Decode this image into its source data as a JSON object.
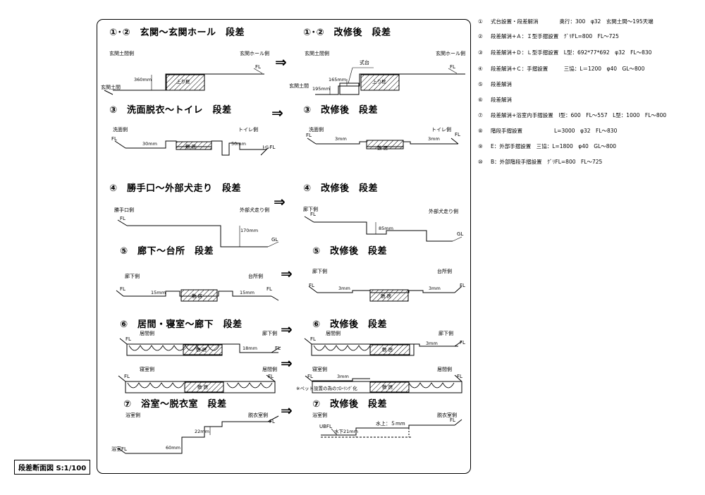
{
  "sheet_label": "段差断面図 S:1/100",
  "arrow_glyph": "⇒",
  "notes": [
    {
      "num": "①",
      "text": "式台設置・段差解消　　　　奥行：300　φ32　玄関土間～195天端"
    },
    {
      "num": "②",
      "text": "段差解消+Ａ：Ｉ型手摺設置　ｸﾞﾘFL=800　FL～725"
    },
    {
      "num": "③",
      "text": "段差解消+Ｄ：Ｌ型手摺設置　L型：692*77*692　φ32　FL～830"
    },
    {
      "num": "④",
      "text": "段差解消+Ｃ：手摺設置　　　三協：L＝1200　φ40　GL～800"
    },
    {
      "num": "⑤",
      "text": "段差解消"
    },
    {
      "num": "⑥",
      "text": "段差解消"
    },
    {
      "num": "⑦",
      "text": "段差解消+浴室内手摺設置　I型：600　FL～557　L型：1000　FL～800"
    },
    {
      "num": "⑧",
      "text": "階段手摺設置　　　　　　L=3000　φ32　FL～830"
    },
    {
      "num": "⑨",
      "text": "E：外部手摺設置　三協：L=1800　φ40　GL～800"
    },
    {
      "num": "⑩",
      "text": "B：外部階段手摺設置　ｸﾞﾘFL=800　FL～725"
    }
  ],
  "sections": {
    "s1": {
      "title": "①･②　玄関～玄関ホール　段差",
      "left": "玄関土間側",
      "right": "玄関ホール側",
      "dim1": "360mm",
      "floor": "玄関土間",
      "fl": "FL",
      "hatch": "上り框"
    },
    "s1a": {
      "title": "①･②　改修後　段差",
      "left": "玄関土間側",
      "right": "玄関ホール側",
      "shikidai": "式台",
      "dim1": "165mm",
      "dim2": "195mm",
      "floor": "玄関土間",
      "fl": "FL",
      "hatch": "上り框"
    },
    "s3": {
      "title": "③　洗面脱衣～トイレ　段差",
      "left": "洗面側",
      "right": "トイレ側",
      "fl": "FL",
      "dim1": "30mm",
      "dim2": "50mm",
      "fl2": "ﾄｲﾚFL",
      "hatch": "敷 居"
    },
    "s3a": {
      "title": "③　改修後　段差",
      "left": "洗面側",
      "right": "トイレ側",
      "fl": "FL",
      "fl2": "FL",
      "dim1": "3mm",
      "dim2": "3mm",
      "hatch": "敷 居"
    },
    "s4": {
      "title": "④　勝手口～外部犬走り　段差",
      "left": "勝手口側",
      "right": "外部犬走り側",
      "fl": "FL",
      "dim1": "170mm",
      "gl": "GL"
    },
    "s4a": {
      "title": "④　改修後　段差",
      "left": "廊下側",
      "right": "外部犬走り側",
      "fl": "FL",
      "dim1": "85mm",
      "gl": "GL"
    },
    "s5": {
      "title": "⑤　廊下～台所　段差",
      "left": "廊下側",
      "right": "台所側",
      "fl": "FL",
      "fl2": "FL",
      "dim1": "15mm",
      "dim2": "15mm",
      "hatch": "敷 居"
    },
    "s5a": {
      "title": "⑤　改修後　段差",
      "left": "廊下側",
      "right": "台所側",
      "fl": "FL",
      "fl2": "FL",
      "dim1": "3mm",
      "dim2": "3mm",
      "hatch": "敷 居"
    },
    "s6": {
      "title": "⑥　居間・寝室～廊下　段差",
      "left": "居間側",
      "right": "廊下側",
      "fl": "FL",
      "fl2": "FL",
      "dim1": "18mm",
      "hatch": "敷 居",
      "left2": "寝室側",
      "right2": "居間側",
      "fl3": "FL",
      "fl4": "FL",
      "hatch2": "敷 居"
    },
    "s6a": {
      "title": "⑥　改修後　段差",
      "left": "居間側",
      "right": "廊下側",
      "fl": "FL",
      "fl2": "FL",
      "dim1": "3mm",
      "hatch": "敷 居",
      "left2": "寝室側",
      "right2": "居間側",
      "fl3": "FL",
      "fl4": "FL",
      "dim2": "3mm",
      "hatch2": "敷 居",
      "note": "※ペット設置の為のﾌﾛｰﾘﾝｸﾞ化"
    },
    "s7": {
      "title": "⑦　浴室～脱衣室　段差",
      "left": "浴室側",
      "right": "脱衣室側",
      "fl": "FL",
      "dim1": "22mm",
      "dim2": "60mm",
      "floor": "浴室FL"
    },
    "s7a": {
      "title": "⑦　改修後　段差",
      "left": "浴室側",
      "right": "脱衣室側",
      "fl": "FL",
      "ubfl": "UBFL",
      "dim1": "水下21mm",
      "dim2": "水上：５mm"
    }
  }
}
